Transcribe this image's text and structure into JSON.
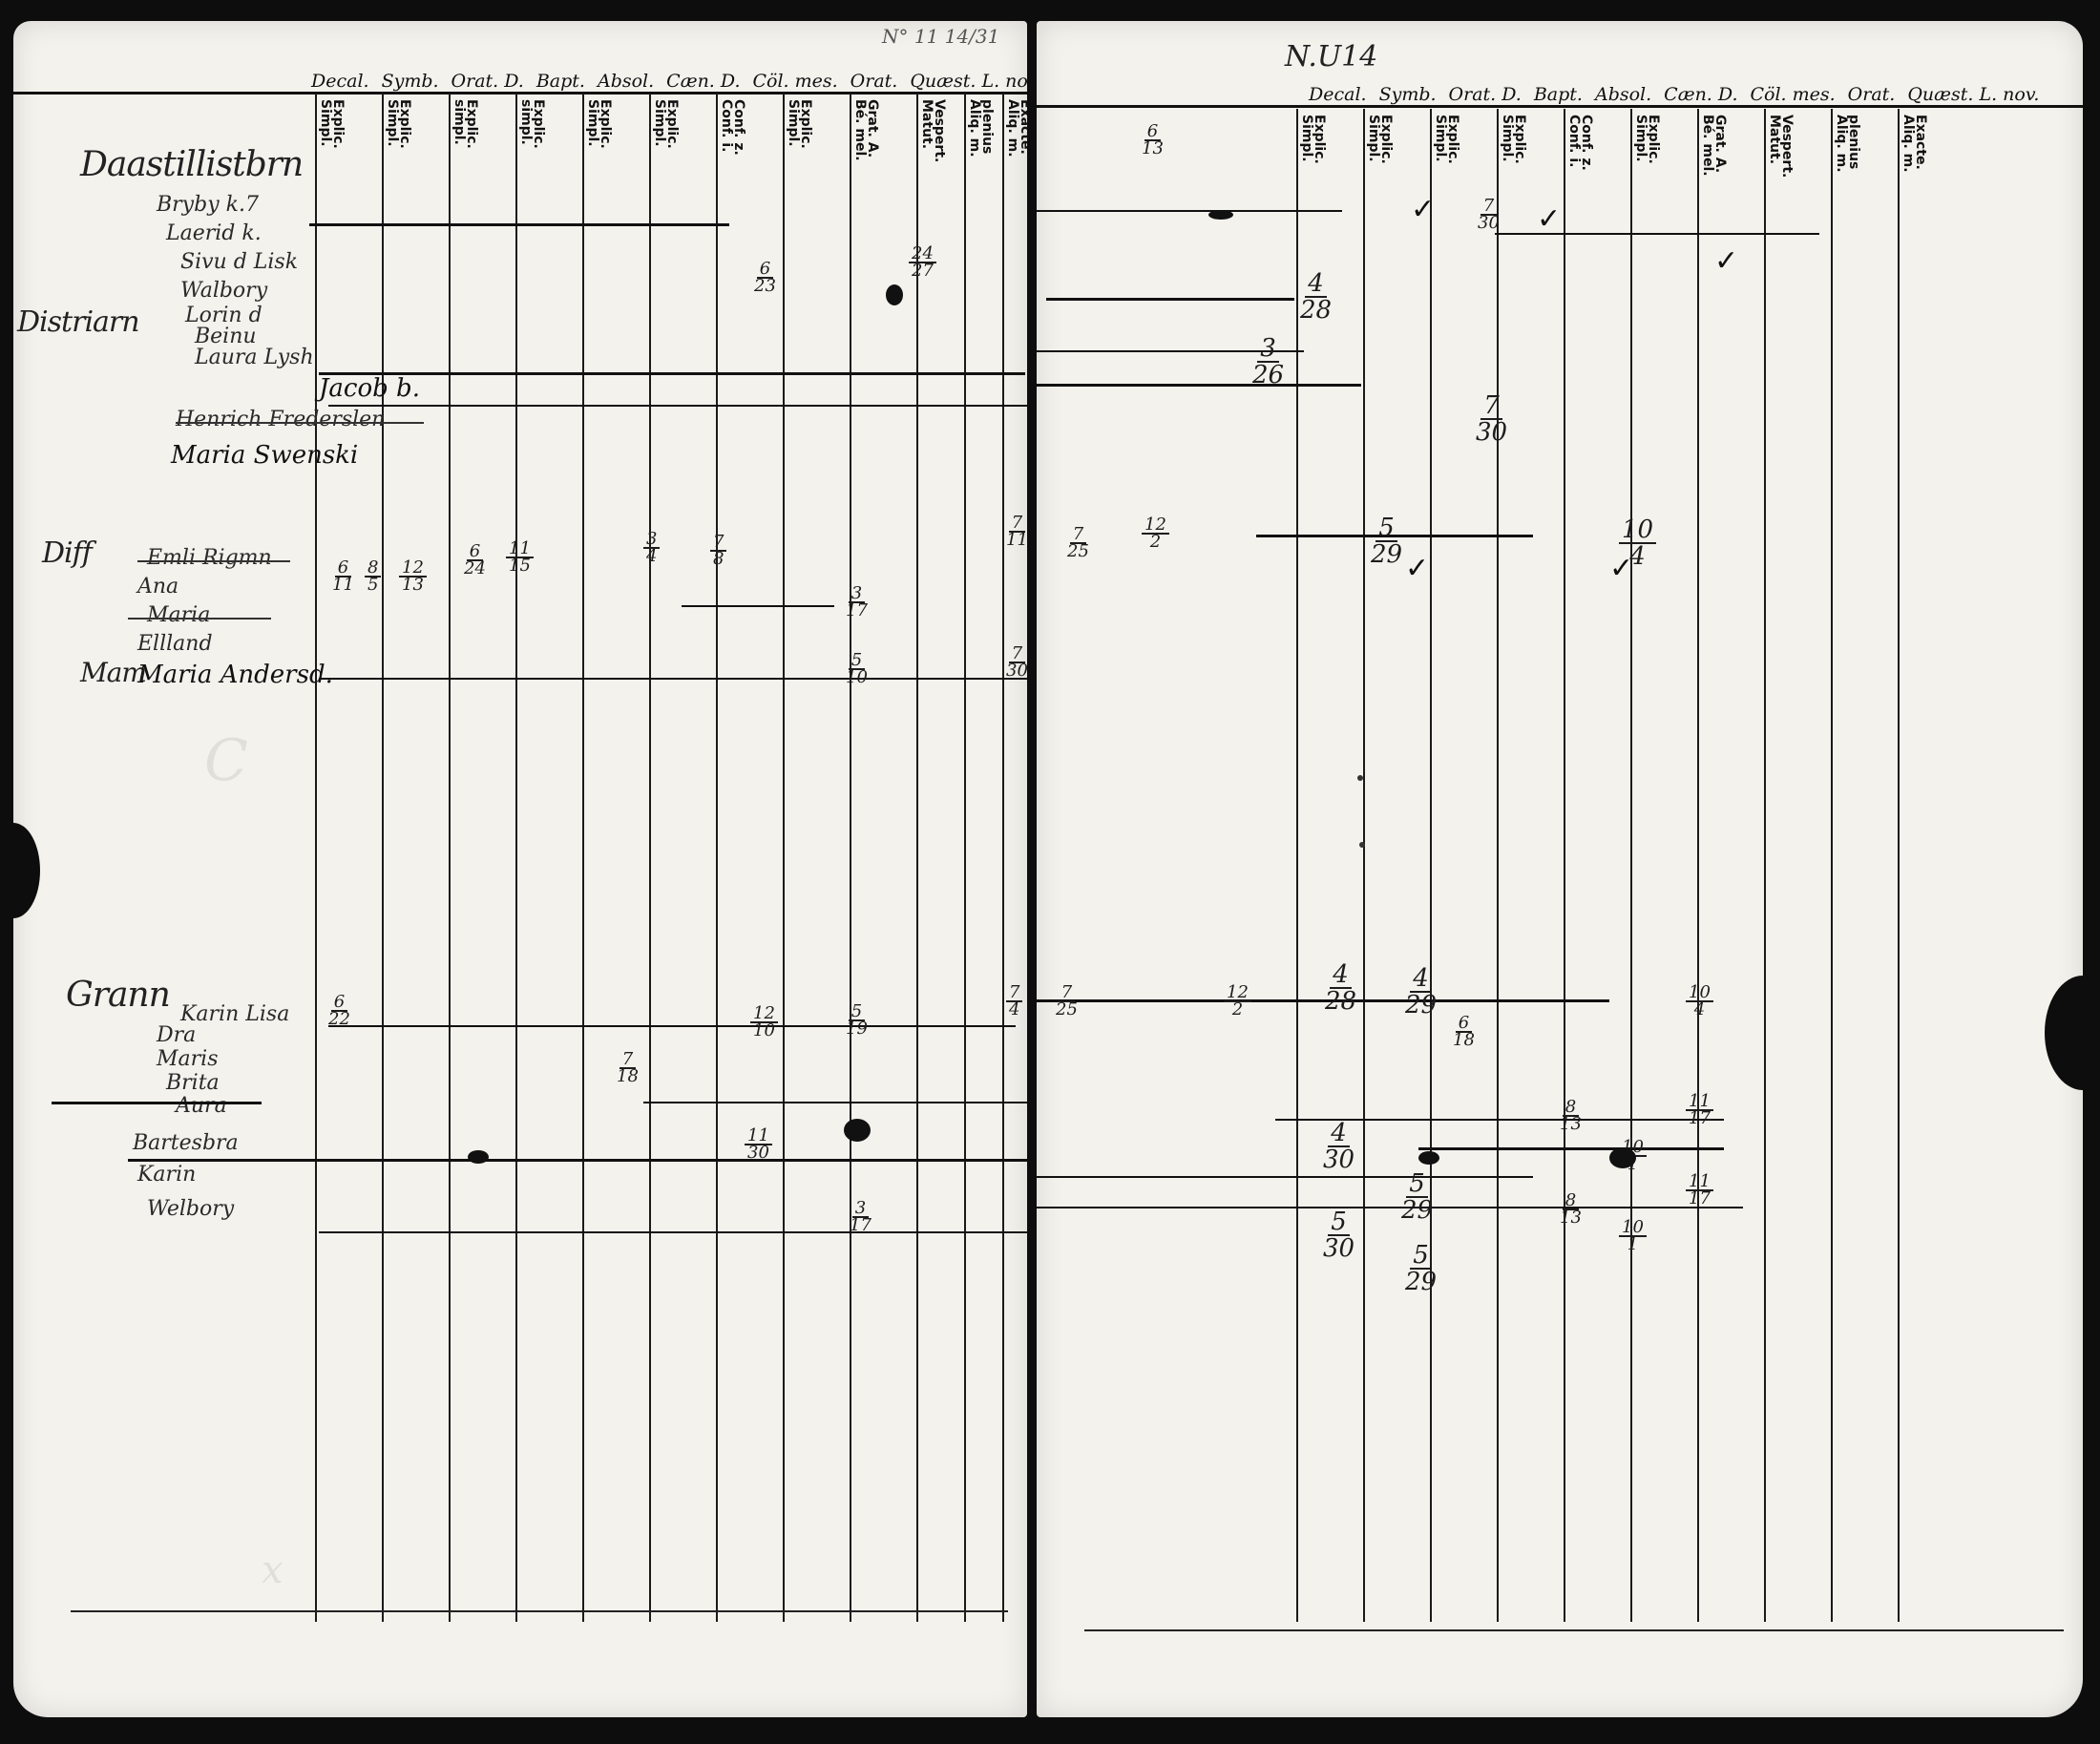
{
  "left_page": {
    "corner_note": "N° 11 14/31",
    "headers": [
      "Decal.",
      "Symb.",
      "Orat. D.",
      "Bapt.",
      "Absol.",
      "Cæn. D.",
      "Cöl. mes.",
      "Orat.",
      "Quæst. L. nov."
    ],
    "columns": [
      "Explic.\nSimpl.",
      "Explic.\nSimpl.",
      "Explic.\nsimpl.",
      "Explic.\nsimpl.",
      "Explic.\nSimpl.",
      "Explic.\nSimpl.",
      "Conf. z.\nConf. i.",
      "Explic.\nSimpl.",
      "Grat. A.\nBé. mel.",
      "Vespert.\nMatut.",
      "plenius\nAliq. m.",
      "Exacte.\nAliq. m."
    ],
    "groups": [
      {
        "label": "Daastillistbrn",
        "people": [
          "Bryby k.7",
          "Laerid k.",
          "Sivu d Lisk",
          "Walbory",
          "Lorin d",
          "Beinu",
          "Laura Lysh"
        ]
      },
      {
        "label": "Diff",
        "people": [
          "Emli Rigmn",
          "Ana",
          "Maria",
          "Ellland"
        ]
      },
      {
        "label": "Mam",
        "people": [
          "Maria Andersd."
        ]
      },
      {
        "label": "Grann",
        "people": [
          "Karin Lisa",
          "Dra",
          "Maris",
          "Brita",
          "Aura"
        ]
      },
      {
        "label": "",
        "people": [
          "Bartesbra",
          "Karin",
          "Welbory"
        ]
      },
      {
        "label": "Distriarn",
        "people": [
          "Jacob b.",
          "Henrich Frederslen",
          "Maria Swenski"
        ]
      }
    ],
    "marks": [
      "6/11",
      "8/5",
      "12/13",
      "6/24",
      "11/15",
      "3/4",
      "7/8",
      "5/10",
      "3/17",
      "7/18",
      "6/22",
      "5/19",
      "12/10",
      "11/30",
      "3/17",
      "7/4",
      "7/11",
      "7/30",
      "24/27",
      "6/23"
    ]
  },
  "right_page": {
    "ref_mark": "N.U14",
    "headers": [
      "Decal.",
      "Symb.",
      "Orat. D.",
      "Bapt.",
      "Absol.",
      "Cæn. D.",
      "Cöl. mes.",
      "Orat.",
      "Quæst. L. nov."
    ],
    "columns": [
      "Explic.\nSimpl.",
      "Explic.\nSimpl.",
      "Explic.\nSimpl.",
      "Explic.\nSimpl.",
      "Conf. z.\nConf. i.",
      "Explic.\nSimpl.",
      "Grat. A.\nBé. mel.",
      "Vespert.\nMatut.",
      "plenius\nAliq. m.",
      "Exacte.\nAliq. m."
    ],
    "marks": [
      "6/13",
      "4/28",
      "3/26",
      "7/30",
      "5/29",
      "10/4",
      "7/30",
      "12/2",
      "10/4",
      "7/25",
      "4/28",
      "4/29",
      "5/29",
      "6/18",
      "10/1",
      "4/30",
      "8/13",
      "11/17",
      "5/30",
      "5/29",
      "10/1",
      "8/13",
      "11/17",
      "7/25",
      "12/2"
    ]
  }
}
